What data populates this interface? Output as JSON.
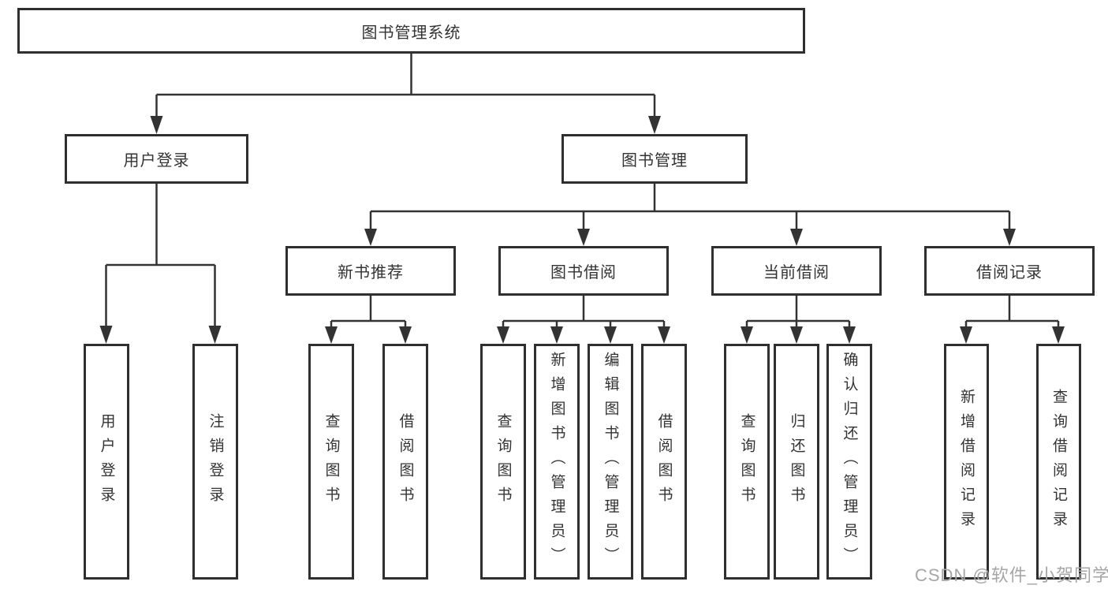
{
  "diagram": {
    "type": "hierarchy",
    "root": {
      "label": "图书管理系统"
    },
    "branches": [
      {
        "label": "用户登录",
        "children": [
          "用户登录",
          "注销登录"
        ]
      },
      {
        "label": "图书管理",
        "children": [
          {
            "label": "新书推荐",
            "children": [
              "查询图书",
              "借阅图书"
            ]
          },
          {
            "label": "图书借阅",
            "children": [
              "查询图书",
              "新增图书（管理员）",
              "编辑图书（管理员）",
              "借阅图书"
            ]
          },
          {
            "label": "当前借阅",
            "children": [
              "查询图书",
              "归还图书",
              "确认归还（管理员）"
            ]
          },
          {
            "label": "借阅记录",
            "children": [
              "新增借阅记录",
              "查询借阅记录"
            ]
          }
        ]
      }
    ]
  },
  "watermark": "CSDN @软件_小贺同学",
  "colors": {
    "line": "#333333",
    "border": "#2f2f2f",
    "text": "#333333",
    "watermark": "#a6a6a6",
    "background": "#ffffff"
  }
}
